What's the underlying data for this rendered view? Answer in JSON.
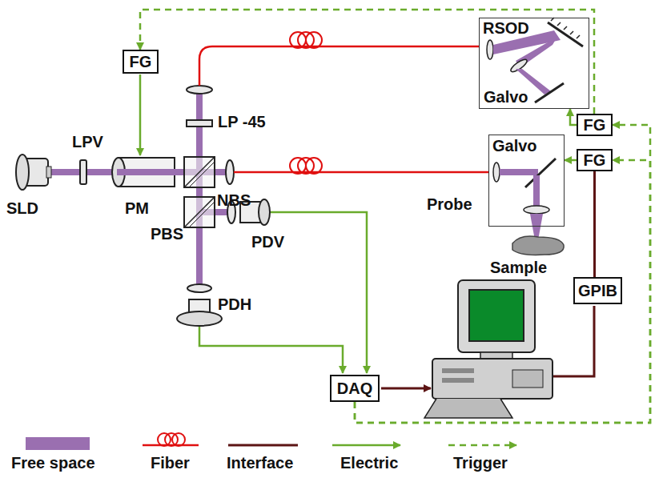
{
  "diagram": {
    "nodes": [
      {
        "text": [
          "FG"
        ]
      },
      {
        "text": [
          "RSOD",
          "Galvo"
        ]
      },
      {
        "text": [
          "FG"
        ]
      },
      {
        "text": [
          "Galvo",
          "Probe"
        ]
      },
      {
        "text": [
          "FG"
        ]
      },
      {
        "text": [
          "GPIB"
        ]
      },
      {
        "text": [
          "DAQ"
        ]
      }
    ],
    "edges": [
      {
        "from": 2,
        "to": 0,
        "arrow": "to"
      },
      {
        "from": 2,
        "to": 1,
        "arrow": "to"
      },
      {
        "from": 4,
        "to": 3,
        "arrow": "to"
      },
      {
        "from": 6,
        "to": 2,
        "arrow": "to"
      },
      {
        "from": 6,
        "to": 4,
        "arrow": "to"
      },
      {
        "from": 4,
        "to": 5,
        "arrow": "none"
      }
    ],
    "labels": [
      "SLD",
      "LPV",
      "PM",
      "LP -45",
      "NBS",
      "PBS",
      "PDV",
      "PDH",
      "Sample"
    ],
    "legend": [
      {
        "text": "Free space",
        "color": "#9a6fb0"
      },
      {
        "text": "Fiber"
      },
      {
        "text": "Interface"
      },
      {
        "text": "Electric"
      },
      {
        "text": "Trigger"
      }
    ]
  }
}
